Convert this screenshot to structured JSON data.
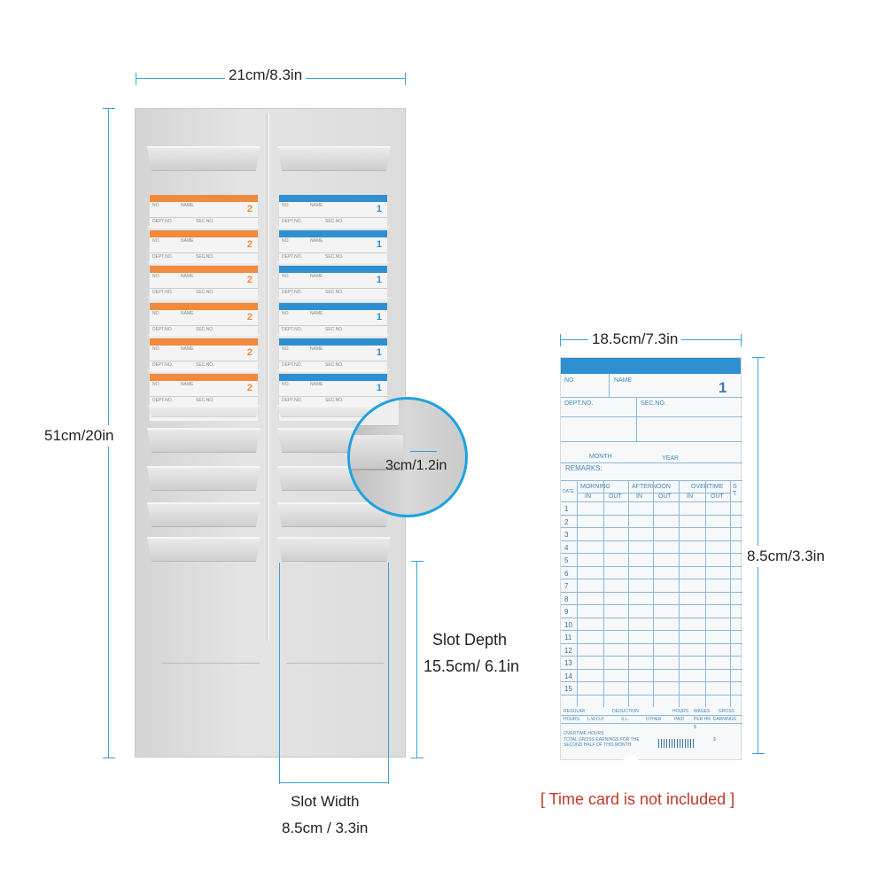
{
  "dimensions": {
    "rack_width": "21cm/8.3in",
    "rack_height": "51cm/20in",
    "pocket_depth": "3cm/1.2in",
    "slot_depth_label": "Slot Depth",
    "slot_depth_value": "15.5cm/ 6.1in",
    "slot_width_label": "Slot Width",
    "slot_width_value": "8.5cm / 3.3in",
    "card_width": "18.5cm/7.3in",
    "card_height": "8.5cm/3.3in"
  },
  "notice": "[ Time card is not included ]",
  "colors": {
    "accent_line": "#3aa0d8",
    "orange_card": "#f08a3c",
    "blue_card": "#2f8fd0",
    "notice": "#c0392b"
  },
  "rack_cards": {
    "left": {
      "number": "2",
      "no": "NO.",
      "name": "NAME",
      "dept": "DEPT.NO.",
      "sec": "SEC.NO."
    },
    "right": {
      "number": "1",
      "no": "NO.",
      "name": "NAME",
      "dept": "DEPT.NO.",
      "sec": "SEC.NO."
    }
  },
  "time_card": {
    "no": "NO",
    "name": "NAME",
    "number": "1",
    "dept": "DEPT.NO.",
    "sec": "SEC.NO.",
    "month": "MONTH",
    "year": "YEAR",
    "remarks": "REMARKS:",
    "date": "DATE",
    "morning": "MORNING",
    "afternoon": "AFTERNOON",
    "overtime": "OVERTIME",
    "st": "S T",
    "in": "IN",
    "out": "OUT",
    "days": [
      "1",
      "2",
      "3",
      "4",
      "5",
      "6",
      "7",
      "8",
      "9",
      "10",
      "11",
      "12",
      "13",
      "14",
      "15"
    ],
    "footer": {
      "regular": "REGULAR",
      "hours": "HOURS",
      "deduction": "DEDUCTION",
      "lwop": "L.W.O.P.",
      "sl": "S.L.",
      "other": "OTHER",
      "hours_paid": "HOURS",
      "paid": "PAID",
      "wages": "WAGES",
      "per_hr": "PER HR",
      "gross": "GROSS",
      "earnings": "EARNINGS",
      "dollar": "$",
      "overtime_hours": "OVERTIME HOURS",
      "total": "TOTAL GROSS EARNINGS FOR THE SECOND HALF OF THIS MONTH"
    }
  }
}
